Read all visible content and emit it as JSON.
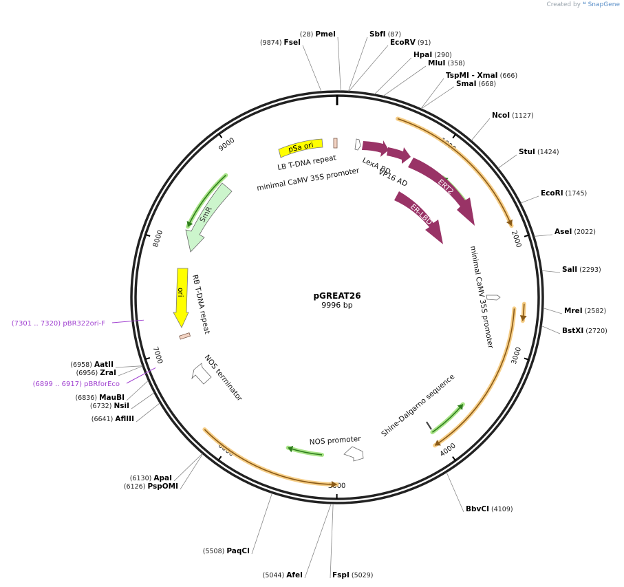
{
  "branding": {
    "prefix": "Created by",
    "name": "SnapGene"
  },
  "plasmid": {
    "name": "pGREAT26",
    "size_label": "9996 bp",
    "length": 9996
  },
  "ticks": [
    {
      "pos": 1000,
      "label": "1000"
    },
    {
      "pos": 2000,
      "label": "2000"
    },
    {
      "pos": 3000,
      "label": "3000"
    },
    {
      "pos": 4000,
      "label": "4000"
    },
    {
      "pos": 5000,
      "label": "5000"
    },
    {
      "pos": 6000,
      "label": "6000"
    },
    {
      "pos": 7000,
      "label": "7000"
    },
    {
      "pos": 8000,
      "label": "8000"
    },
    {
      "pos": 9000,
      "label": "9000"
    }
  ],
  "sites": [
    {
      "name": "FseI",
      "pos_label": "(9874)",
      "pos": 9874,
      "side": "left"
    },
    {
      "name": "PmeI",
      "pos_label": "(28)",
      "pos": 28,
      "side": "left"
    },
    {
      "name": "SbfI",
      "pos_label": "(87)",
      "pos": 87,
      "side": "right"
    },
    {
      "name": "EcoRV",
      "pos_label": "(91)",
      "pos": 91,
      "side": "right"
    },
    {
      "name": "HpaI",
      "pos_label": "(290)",
      "pos": 290,
      "side": "right"
    },
    {
      "name": "MluI",
      "pos_label": "(358)",
      "pos": 358,
      "side": "right"
    },
    {
      "name": "TspMI  - XmaI",
      "pos_label": "(666)",
      "pos": 666,
      "side": "right"
    },
    {
      "name": "SmaI",
      "pos_label": "(668)",
      "pos": 668,
      "side": "right"
    },
    {
      "name": "NcoI",
      "pos_label": "(1127)",
      "pos": 1127,
      "side": "right"
    },
    {
      "name": "StuI",
      "pos_label": "(1424)",
      "pos": 1424,
      "side": "right"
    },
    {
      "name": "EcoRI",
      "pos_label": "(1745)",
      "pos": 1745,
      "side": "right"
    },
    {
      "name": "AseI",
      "pos_label": "(2022)",
      "pos": 2022,
      "side": "right"
    },
    {
      "name": "SalI",
      "pos_label": "(2293)",
      "pos": 2293,
      "side": "right"
    },
    {
      "name": "MreI",
      "pos_label": "(2582)",
      "pos": 2582,
      "side": "right"
    },
    {
      "name": "BstXI",
      "pos_label": "(2720)",
      "pos": 2720,
      "side": "right"
    },
    {
      "name": "BbvCI",
      "pos_label": "(4109)",
      "pos": 4109,
      "side": "right"
    },
    {
      "name": "FspI",
      "pos_label": "(5029)",
      "pos": 5029,
      "side": "right"
    },
    {
      "name": "AfeI",
      "pos_label": "(5044)",
      "pos": 5044,
      "side": "left"
    },
    {
      "name": "PaqCI",
      "pos_label": "(5508)",
      "pos": 5508,
      "side": "left"
    },
    {
      "name": "PspOMI",
      "pos_label": "(6126)",
      "pos": 6126,
      "side": "left"
    },
    {
      "name": "ApaI",
      "pos_label": "(6130)",
      "pos": 6130,
      "side": "left"
    },
    {
      "name": "AflIII",
      "pos_label": "(6641)",
      "pos": 6641,
      "side": "left"
    },
    {
      "name": "NsiI",
      "pos_label": "(6732)",
      "pos": 6732,
      "side": "left"
    },
    {
      "name": "MauBI",
      "pos_label": "(6836)",
      "pos": 6836,
      "side": "left"
    },
    {
      "name": "ZraI",
      "pos_label": "(6956)",
      "pos": 6956,
      "side": "left"
    },
    {
      "name": "AatII",
      "pos_label": "(6958)",
      "pos": 6958,
      "side": "left"
    }
  ],
  "primers": [
    {
      "name": "pBR322ori-F",
      "range_label": "(7301 .. 7320)",
      "pos": 7310
    },
    {
      "name": "pBRforEco",
      "range_label": "(6899 .. 6917)",
      "pos": 6908
    }
  ],
  "features": [
    {
      "name": "pSa ori",
      "color": "#ffff00"
    },
    {
      "name": "SmR",
      "color": "#ccf5cc"
    },
    {
      "name": "ori",
      "color": "#ffff00"
    },
    {
      "name": "LexA BD",
      "color": "#993366"
    },
    {
      "name": "VP16 AD",
      "color": "#993366"
    },
    {
      "name": "ERT2",
      "color": "#993366"
    },
    {
      "name": "ER-LBD",
      "color": "#993366"
    },
    {
      "name": "NOS terminator",
      "color": "#ffffff"
    },
    {
      "name": "NOS promoter",
      "color": "#ffffff"
    }
  ],
  "labels": {
    "lb_repeat": "LB T-DNA repeat",
    "camv_top": "minimal CaMV 35S promoter",
    "camv_right": "minimal CaMV 35S promoter",
    "rb_repeat": "RB T-DNA repeat",
    "shine": "Shine-Dalgarno sequence"
  },
  "colors": {
    "backbone": "#222222",
    "orf": "#f5c97a",
    "orf_arrow": "#8a5a17",
    "green_bar": "#9ee07a",
    "green_arrow": "#2e7d1d",
    "primer": "#a040d0",
    "fusion": "#993366"
  }
}
